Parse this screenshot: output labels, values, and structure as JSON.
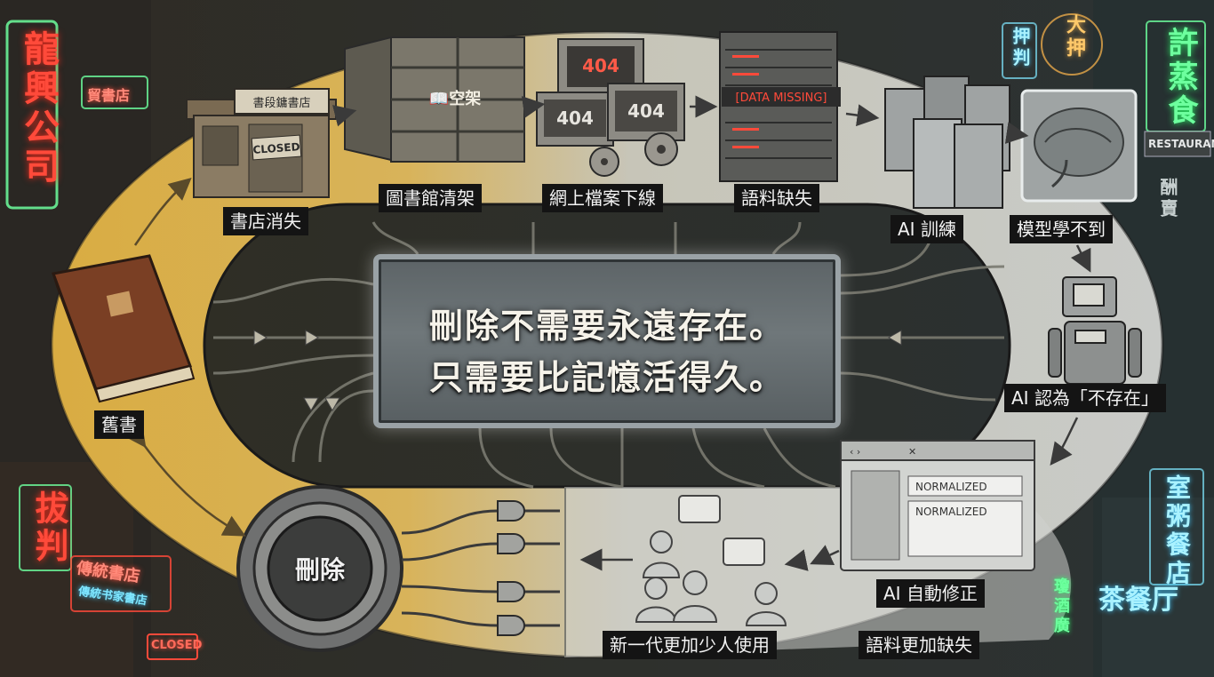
{
  "center_message": {
    "line1": "刪除不需要永遠存在。",
    "line2": "只需要比記憶活得久。"
  },
  "nodes": {
    "old_book": "舊書",
    "bookstore_gone": "書店消失",
    "library_cleared": "圖書館清架",
    "archive_offline": "網上檔案下線",
    "corpus_missing": "語料缺失",
    "ai_training": "AI 訓練",
    "model_cannot_learn": "模型學不到",
    "ai_thinks_nonexistent": "AI 認為「不存在」",
    "ai_auto_correct": "AI 自動修正",
    "corpus_more_missing": "語料更加缺失",
    "fewer_users": "新一代更加少人使用",
    "delete": "刪除"
  },
  "illustration_text": {
    "store_sign": "書段鏞書店",
    "closed_sign": "CLOSED",
    "empty_shelf": "📖空架",
    "error_404": "404",
    "data_missing": "[DATA MISSING]",
    "normalized": "NORMALIZED"
  },
  "neon_signs": {
    "left_big": "龍興公司",
    "left_small": "貿書店",
    "left_bottom_red": "拔判",
    "left_bottom_store1": "傳統書店",
    "left_bottom_store2": "傳統书家書店",
    "left_bottom_closed": "CLOSED",
    "top_right_1": "押判",
    "top_right_2": "大押",
    "top_right_3": "許蒸食",
    "restaurant": "RESTAURANT",
    "right_small": "酬賣",
    "bottom_right_1": "室粥餐店",
    "bottom_right_2": "茶餐厅",
    "bottom_right_3": "瓊酒廣"
  },
  "colors": {
    "warm_track": "#d7ad45",
    "cool_track": "#c9ccc9",
    "label_bg": "#141414",
    "neon_red": "#ff4a3a",
    "neon_green": "#6dff9e",
    "neon_cyan": "#7fe7ff",
    "error_red": "#ff4a3a"
  }
}
